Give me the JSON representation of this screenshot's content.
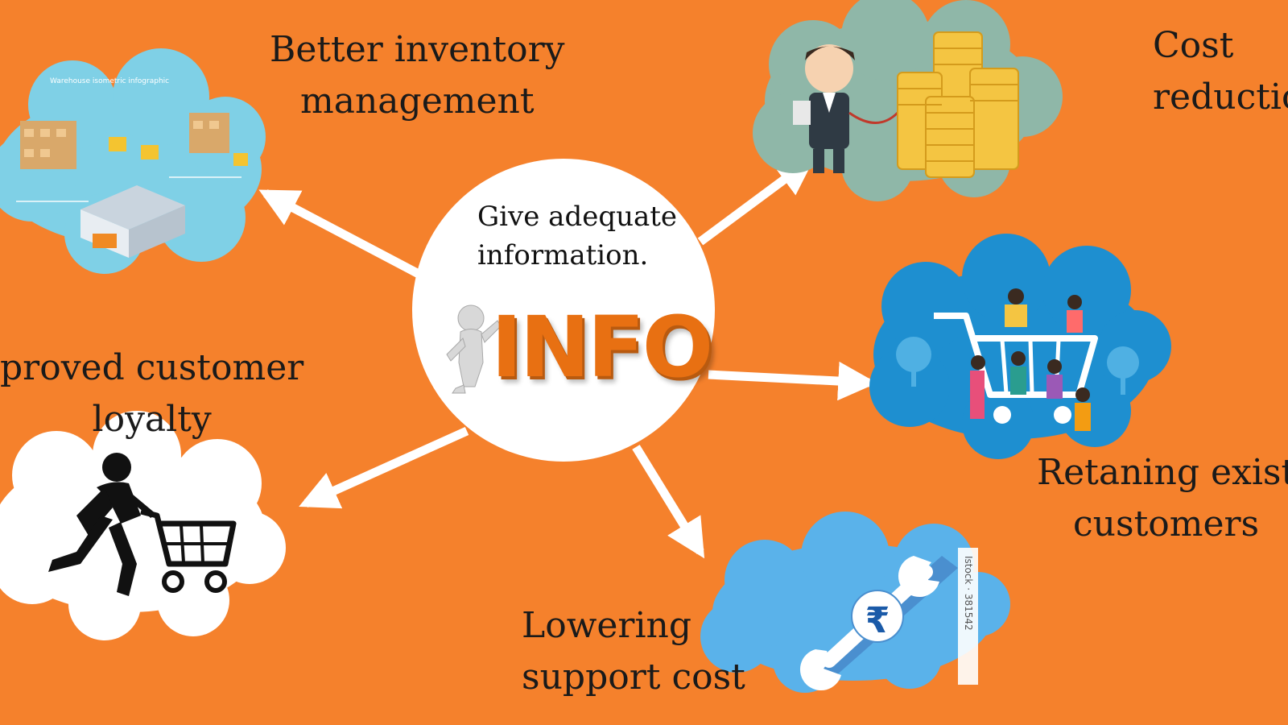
{
  "center": {
    "text_line1": "Give adequate",
    "text_line2": "information.",
    "badge_word": "INFO"
  },
  "nodes": [
    {
      "id": "inventory",
      "line1": "Better inventory",
      "line2": "management",
      "icon": "warehouse-icon"
    },
    {
      "id": "cost",
      "line1": "Cost",
      "line2": "reductio",
      "icon": "coins-icon"
    },
    {
      "id": "retain",
      "line1": "Retaning exist",
      "line2": "customers",
      "icon": "shopping-cart-icon"
    },
    {
      "id": "support",
      "line1": "Lowering",
      "line2": "support cost",
      "icon": "wrench-rupee-icon"
    },
    {
      "id": "loyalty",
      "line1": "proved customer",
      "line2": "loyalty",
      "icon": "running-shopper-icon"
    }
  ],
  "thumb_text": {
    "warehouse_title": "Warehouse isometric infographic",
    "stock_watermark": "Istock · 381542"
  },
  "colors": {
    "background": "#f5812c",
    "arrow": "#ffffff",
    "warehouse_cloud": "#7fd0e6",
    "cost_cloud": "#8fb7a8",
    "retain_cloud": "#1e8fd0",
    "support_cloud": "#5ab2ea",
    "loyalty_cloud": "#ffffff"
  }
}
